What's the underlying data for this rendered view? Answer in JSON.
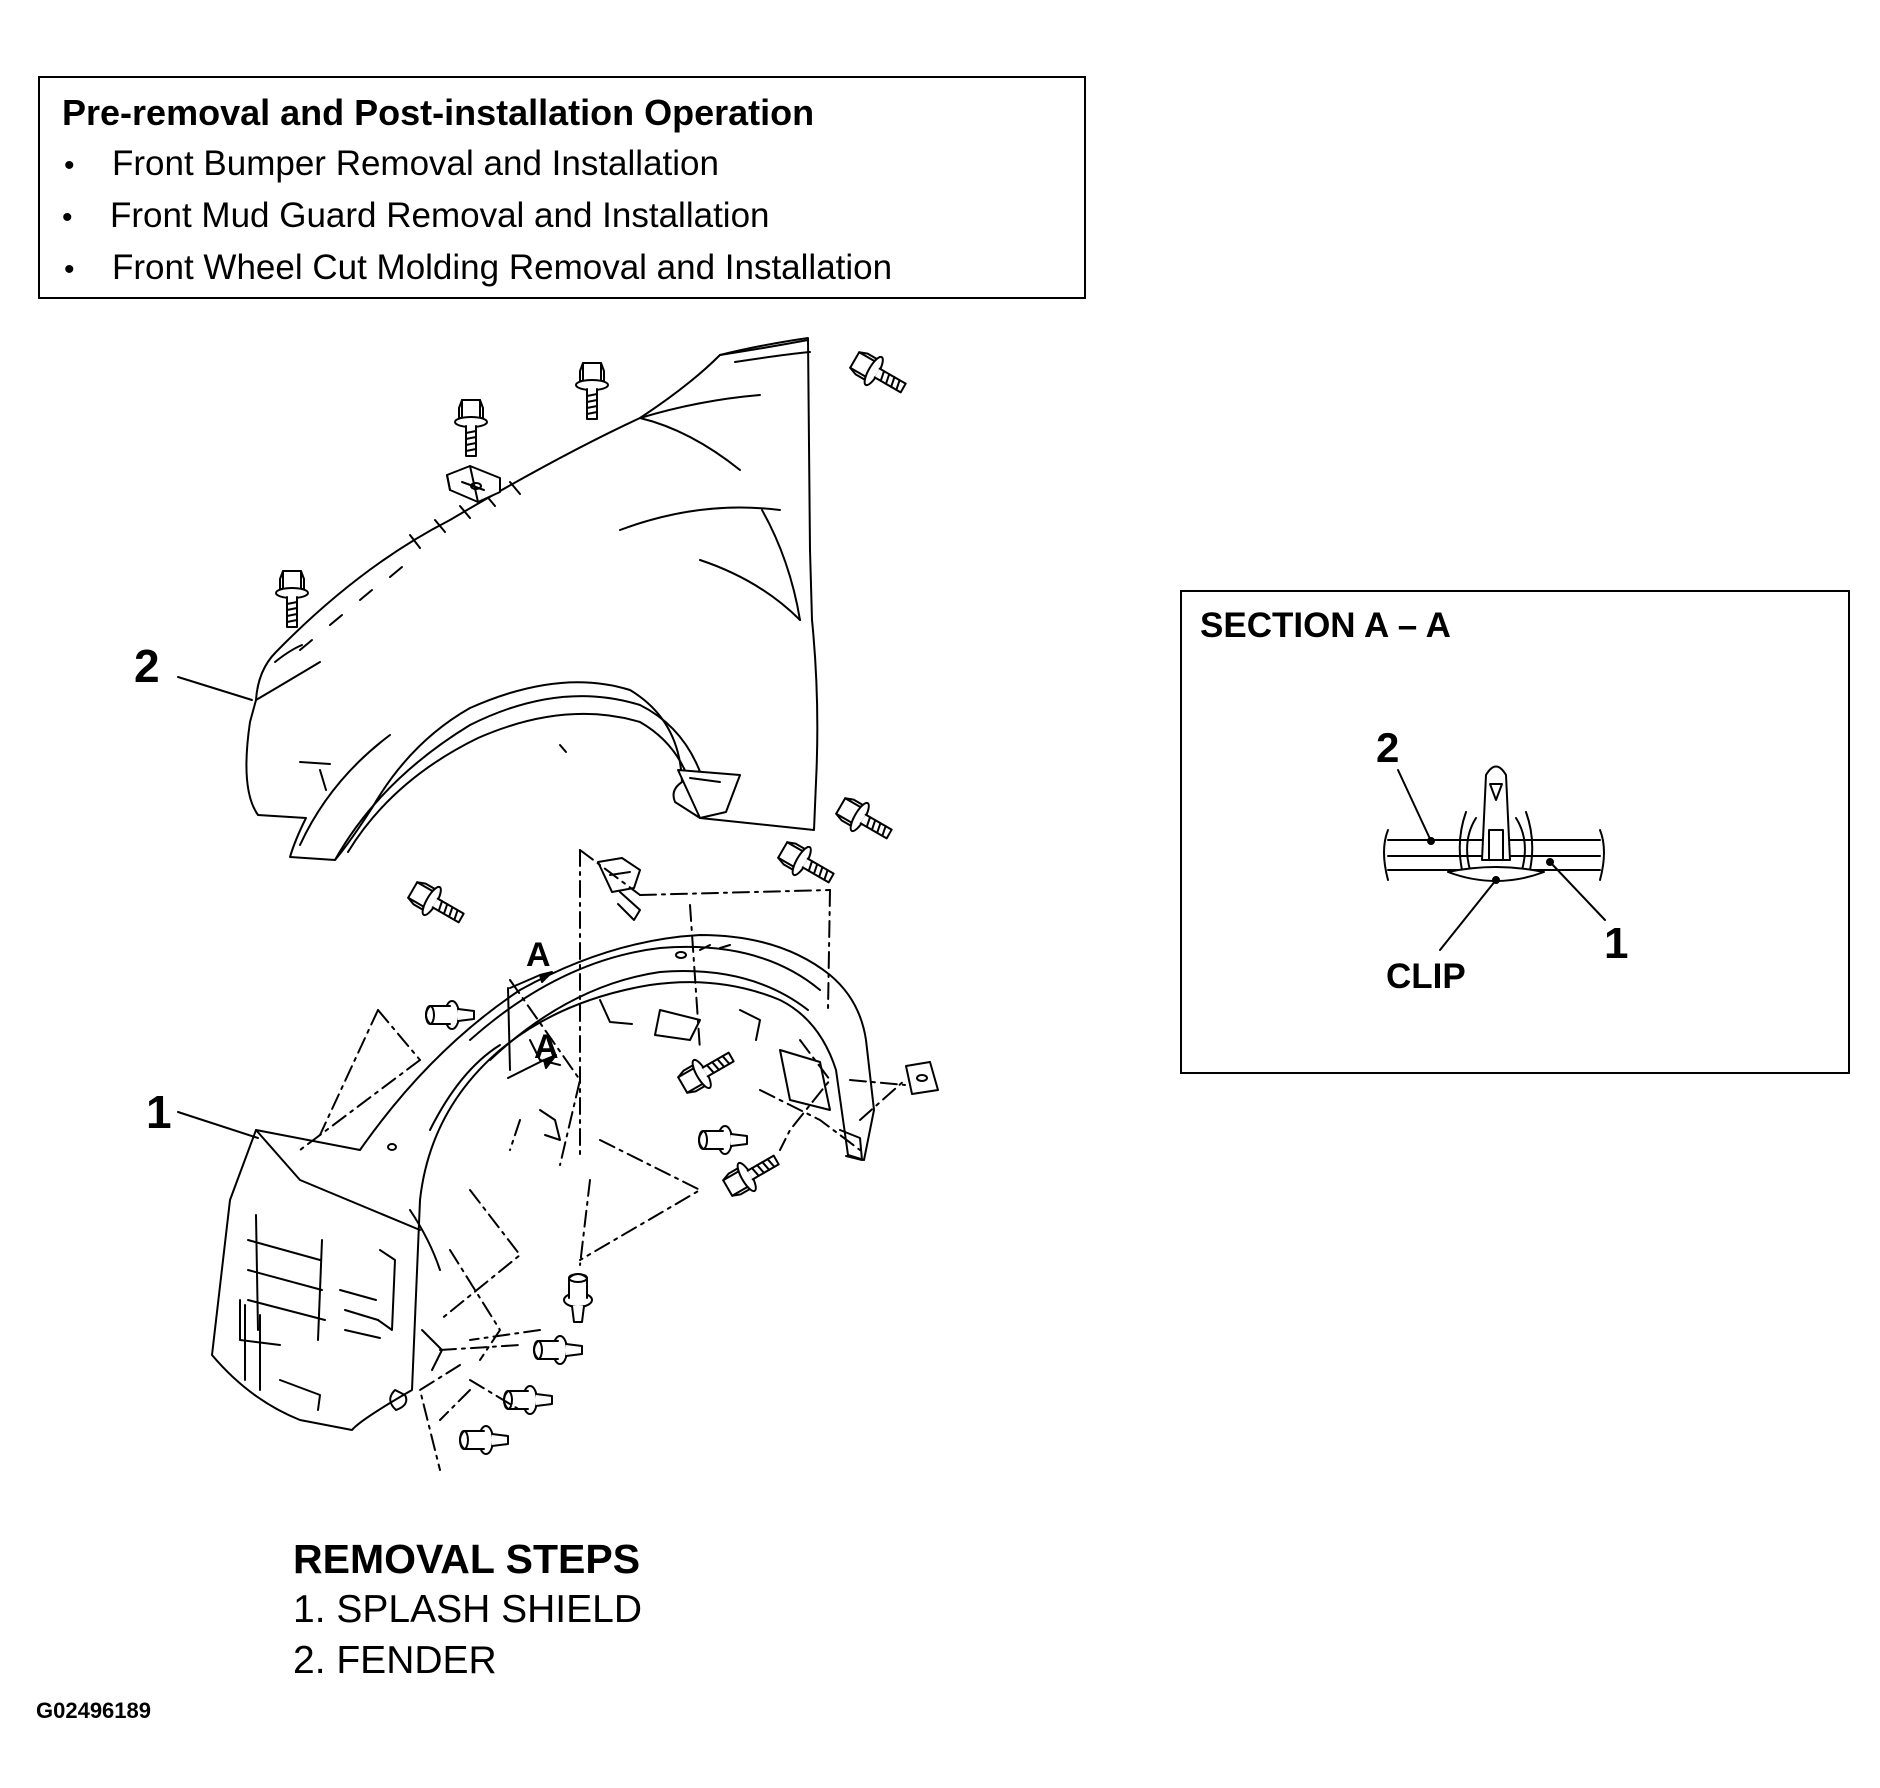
{
  "preop": {
    "title": "Pre-removal and Post-installation Operation",
    "bullet": "•",
    "items": [
      "Front Bumper Removal and Installation",
      "Front Mud Guard Removal and Installation",
      "Front Wheel Cut Molding Removal and Installation"
    ]
  },
  "diagram": {
    "fender_callout": "2",
    "splash_shield_callout": "1",
    "section_marker_1": "A",
    "section_marker_2": "A"
  },
  "section": {
    "title": "SECTION A – A",
    "callout_fender": "2",
    "callout_shield": "1",
    "clip_label": "CLIP"
  },
  "removal": {
    "heading": "REMOVAL STEPS",
    "steps": [
      "1. SPLASH SHIELD",
      "2. FENDER"
    ]
  },
  "figure_id": "G02496189"
}
